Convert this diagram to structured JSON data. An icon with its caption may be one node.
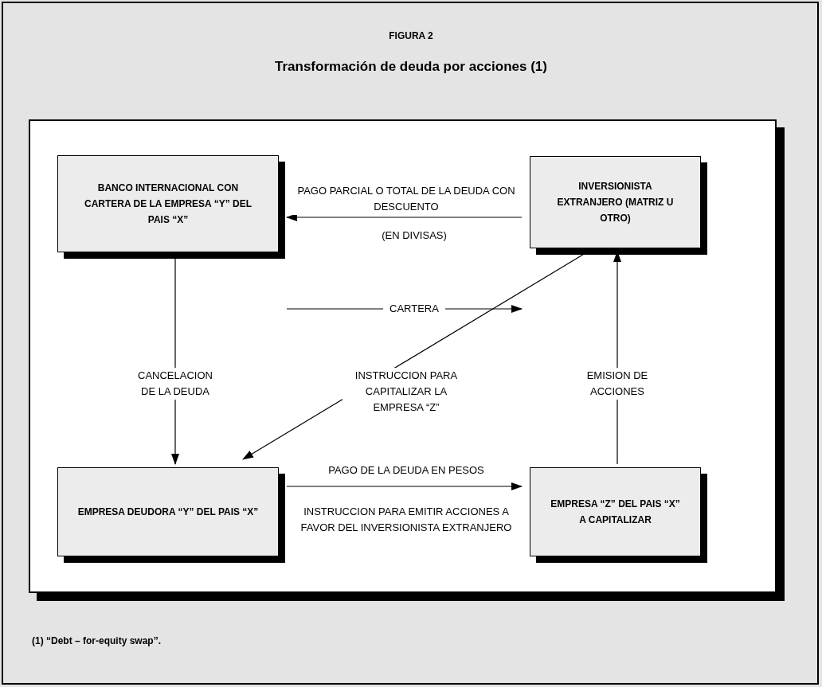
{
  "diagram": {
    "title": "Transformación de deuda por acciones (1)",
    "caption": "(1) “Debt – for-equity swap”.",
    "nodes": [
      {
        "text": [
          "BANCO INTERNACIONAL CON CARTERA DE LA EMPRESA “Y” DEL PAIS “X”"
        ]
      },
      {
        "text": [
          "INVERSIONISTA EXTRANJERO (MATRIZ U OTRO)"
        ]
      },
      {
        "text": [
          "EMPRESA DEUDORA “Y” DEL PAIS “X”"
        ]
      },
      {
        "text": [
          "EMPRESA “Z” DEL PAIS “X” A CAPITALIZAR"
        ]
      }
    ],
    "edges": [
      {
        "from": 1,
        "to": 0,
        "arrow": "to",
        "label": "PAGO PARCIAL O TOTAL DE LA DEUDA CON DESCUENTO"
      },
      {
        "from": 0,
        "to": 1,
        "arrow": "to",
        "label": "CARTERA"
      },
      {
        "from": 0,
        "to": 2,
        "arrow": "to",
        "label": "CANCELACION DE LA DEUDA"
      },
      {
        "from": 1,
        "to": 2,
        "arrow": "to",
        "label": "INSTRUCCION PARA CAPITALIZAR LA EMPRESA “Z”"
      },
      {
        "from": 2,
        "to": 3,
        "arrow": "to",
        "label": "PAGO DE LA DEUDA EN PESOS"
      },
      {
        "from": 3,
        "to": 1,
        "arrow": "to",
        "label": "EMISION DE ACCIONES"
      }
    ],
    "labels": [
      "FIGURA 2",
      "(EN DIVISAS)",
      "INSTRUCCION PARA EMITIR ACCIONES A FAVOR DEL INVERSIONISTA EXTRANJERO"
    ]
  }
}
